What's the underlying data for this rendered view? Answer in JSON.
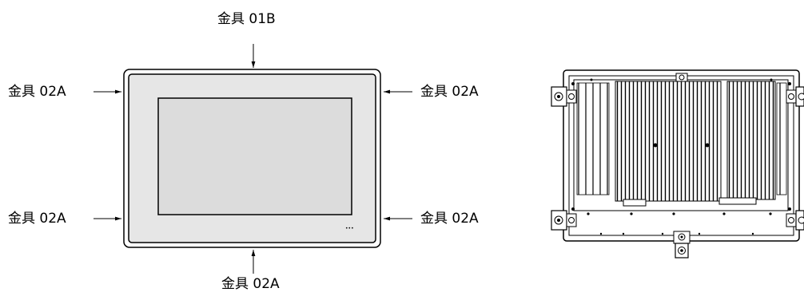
{
  "labels": {
    "top": "金具 01B",
    "left_upper": "金具 02A",
    "right_upper": "金具 02A",
    "left_lower": "金具 02A",
    "right_lower": "金具 02A",
    "bottom": "金具 02A"
  },
  "front_panel": {
    "brand_mark": "•••"
  },
  "colors": {
    "line": "#000000",
    "bezel_fill": "#e6e6e6",
    "screen_fill": "#dcdcdc",
    "background": "#ffffff"
  }
}
